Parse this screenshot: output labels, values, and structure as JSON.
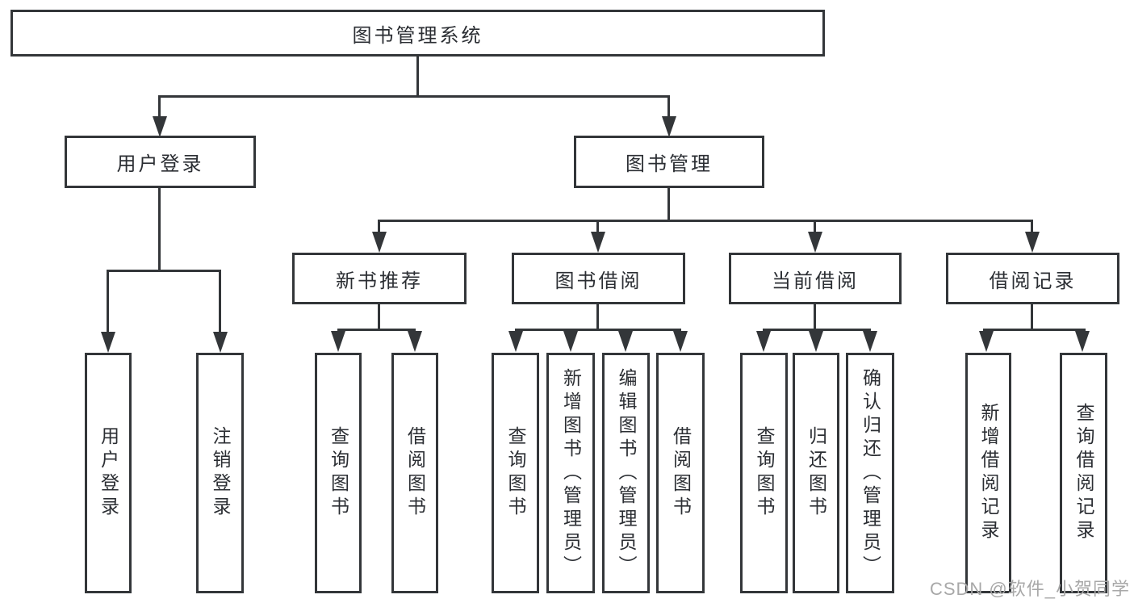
{
  "diagram_title": "图书管理系统",
  "colors": {
    "line": "#333639",
    "node_border": "#333639",
    "node_text": "#2b2e33",
    "background": "#ffffff",
    "watermark": "#a8a8a8"
  },
  "tree": {
    "label": "图书管理系统",
    "children": [
      {
        "label": "用户登录",
        "children": [
          {
            "label": "用户登录"
          },
          {
            "label": "注销登录"
          }
        ]
      },
      {
        "label": "图书管理",
        "children": [
          {
            "label": "新书推荐",
            "children": [
              {
                "label": "查询图书"
              },
              {
                "label": "借阅图书"
              }
            ]
          },
          {
            "label": "图书借阅",
            "children": [
              {
                "label": "查询图书"
              },
              {
                "label": "新增图书（管理员）"
              },
              {
                "label": "编辑图书（管理员）"
              },
              {
                "label": "借阅图书"
              }
            ]
          },
          {
            "label": "当前借阅",
            "children": [
              {
                "label": "查询图书"
              },
              {
                "label": "归还图书"
              },
              {
                "label": "确认归还（管理员）"
              }
            ]
          },
          {
            "label": "借阅记录",
            "children": [
              {
                "label": "新增借阅记录"
              },
              {
                "label": "查询借阅记录"
              }
            ]
          }
        ]
      }
    ]
  },
  "watermark": {
    "text": "CSDN @软件_小贺同学"
  }
}
